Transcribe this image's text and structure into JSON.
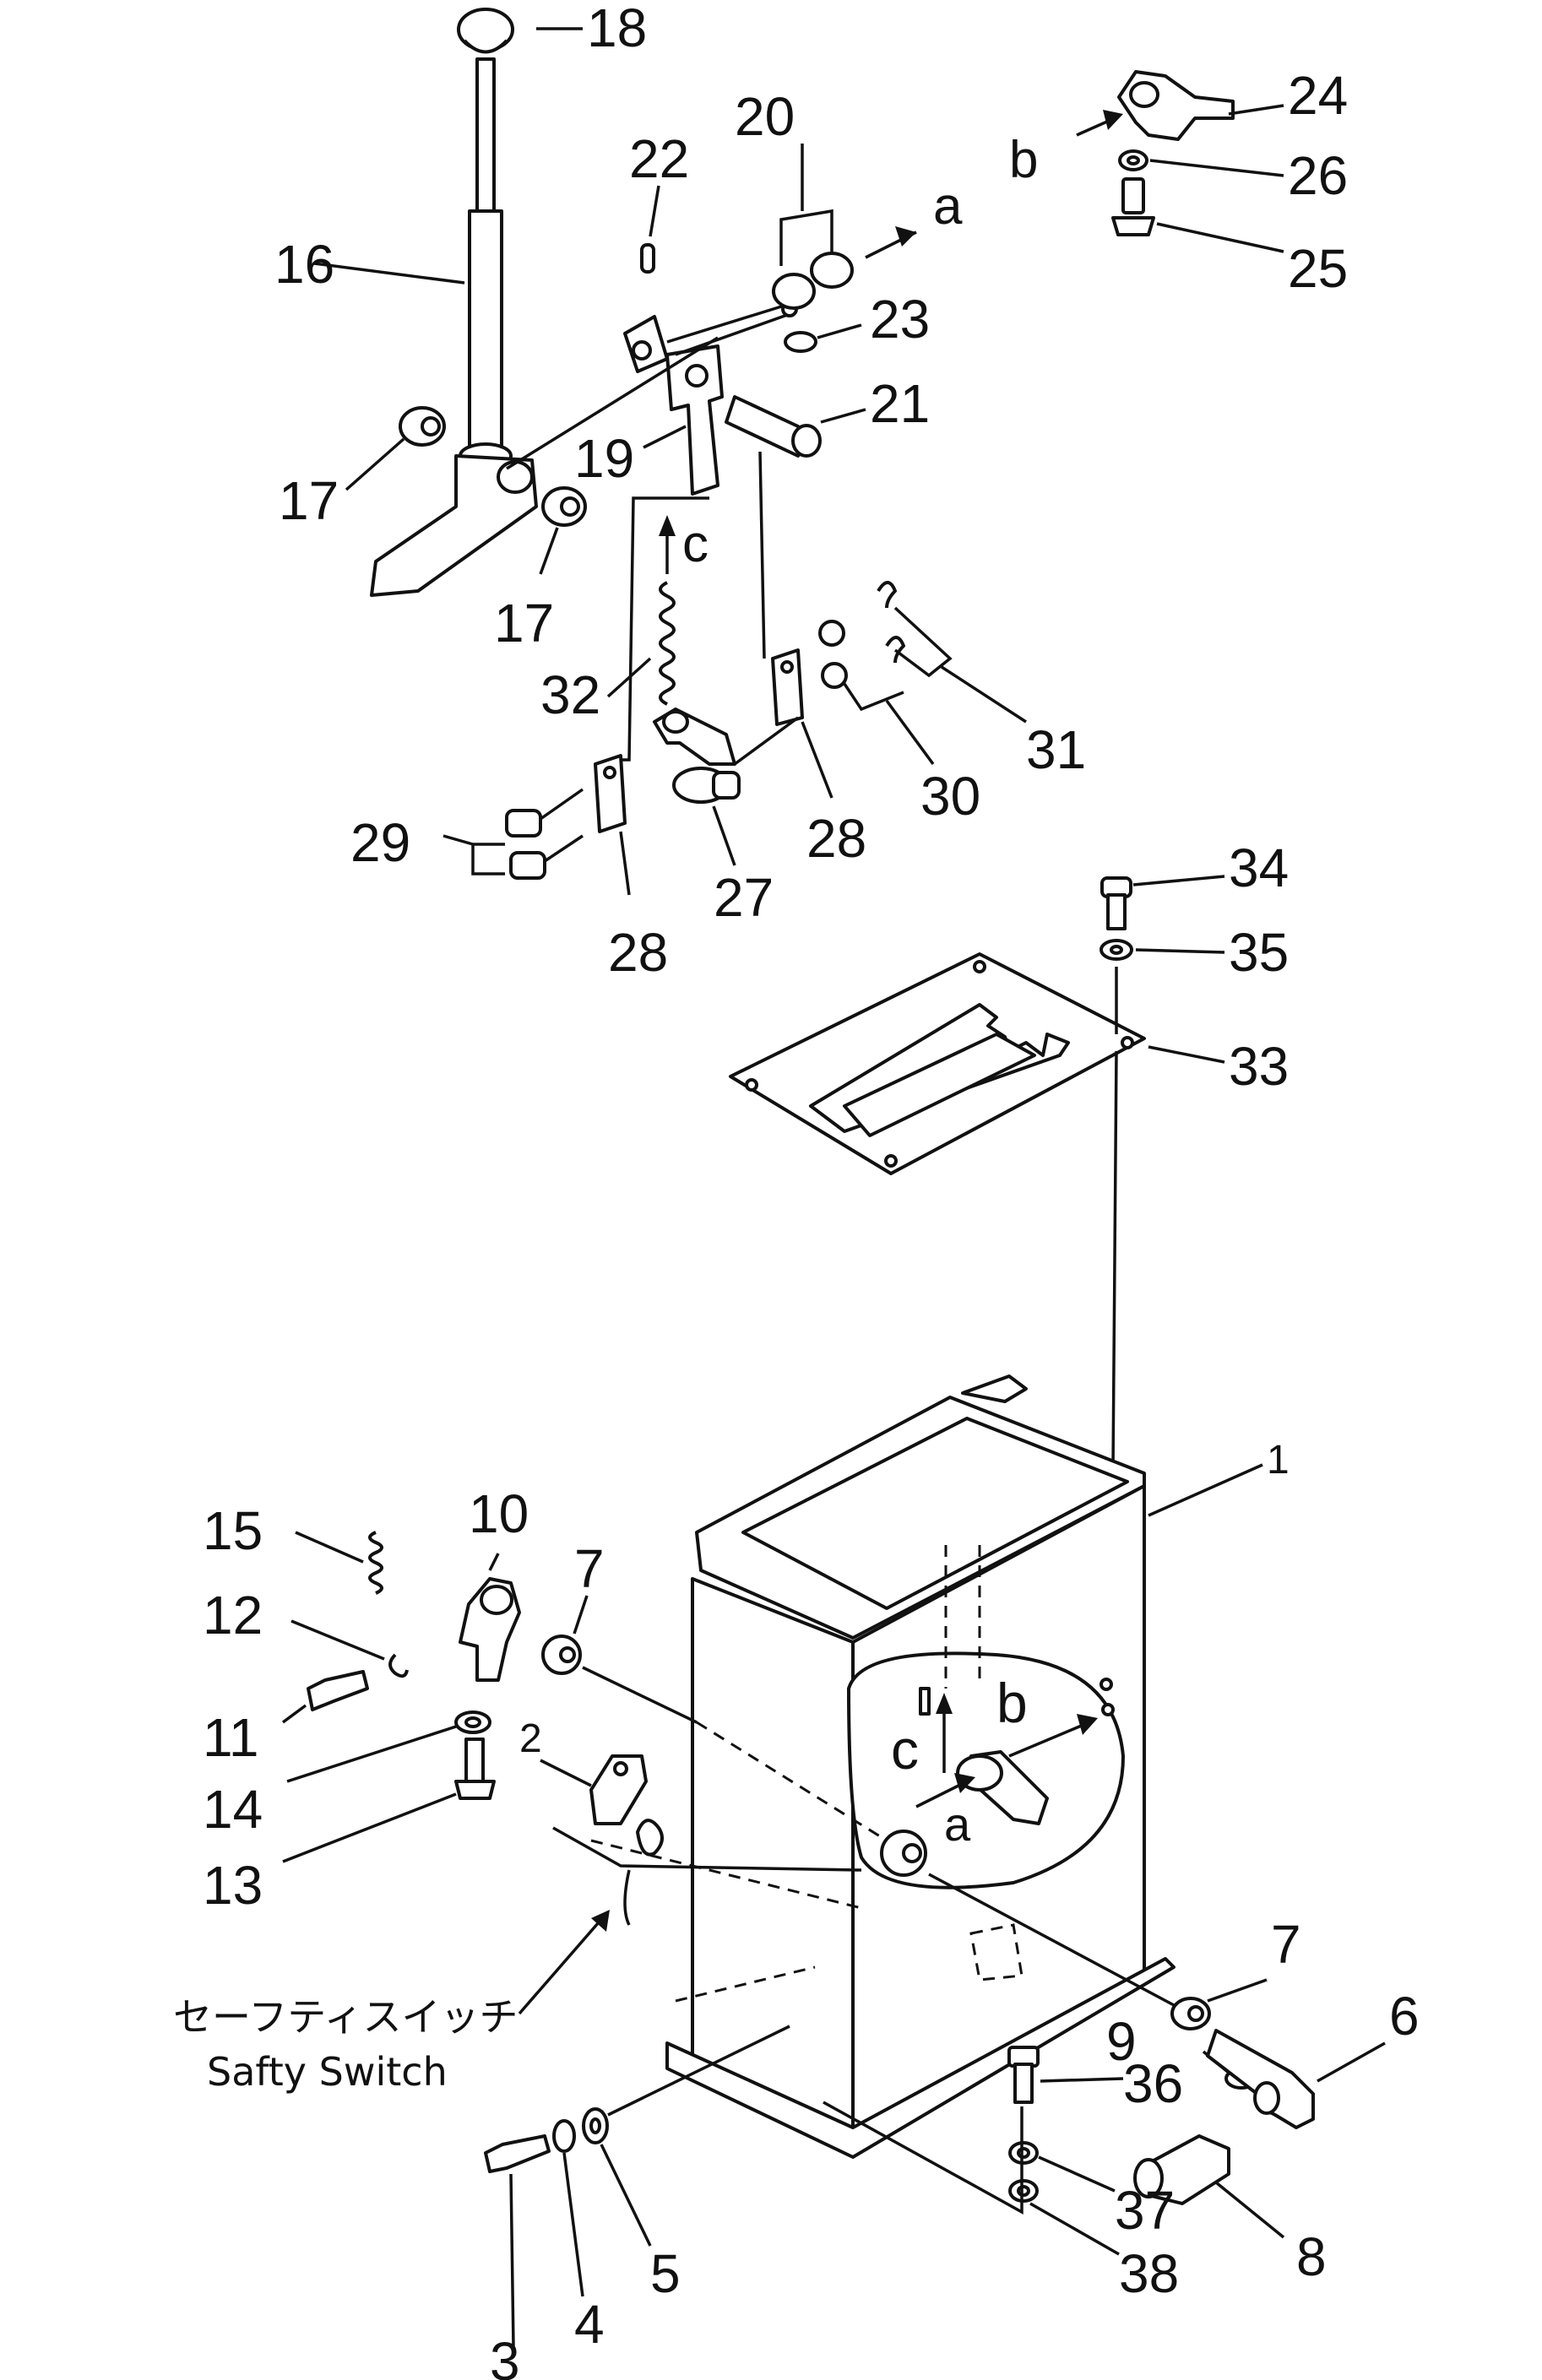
{
  "labels": {
    "p1": "1",
    "p2": "2",
    "p3": "3",
    "p4": "4",
    "p5": "5",
    "p6": "6",
    "p7a": "7",
    "p7b": "7",
    "p8": "8",
    "p9": "9",
    "p10": "10",
    "p11": "11",
    "p12": "12",
    "p13": "13",
    "p14": "14",
    "p15": "15",
    "p16": "16",
    "p17a": "17",
    "p17b": "17",
    "p18": "18",
    "p19": "19",
    "p20": "20",
    "p21": "21",
    "p22": "22",
    "p23": "23",
    "p24": "24",
    "p25": "25",
    "p26": "26",
    "p27": "27",
    "p28a": "28",
    "p28b": "28",
    "p29": "29",
    "p30": "30",
    "p31": "31",
    "p32": "32",
    "p33": "33",
    "p34": "34",
    "p35": "35",
    "p36": "36",
    "p37": "37",
    "p38": "38"
  },
  "letters": {
    "a_top": "a",
    "b_top": "b",
    "c_top": "c",
    "a_box": "a",
    "b_box": "b",
    "c_box": "c"
  },
  "caption": {
    "japanese": "セーフティスイッチ",
    "english": "Safty Switch"
  }
}
